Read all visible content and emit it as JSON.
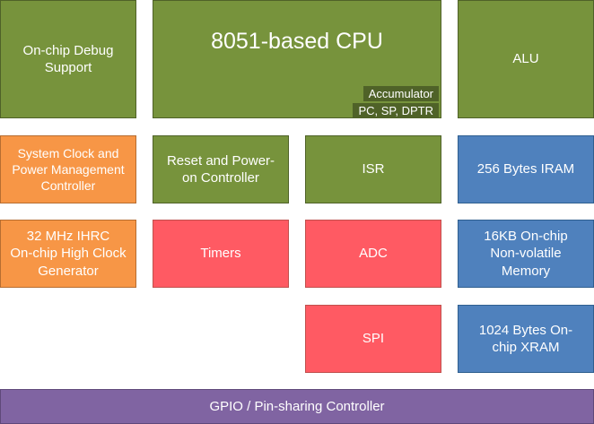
{
  "blocks": {
    "debug": "On-chip Debug\nSupport",
    "cpu": "8051-based CPU",
    "accumulator": "Accumulator",
    "registers": "PC, SP, DPTR",
    "alu": "ALU",
    "clock_mgmt": "System Clock and\nPower Management\nController",
    "reset": "Reset and Power-\non Controller",
    "isr": "ISR",
    "iram": "256 Bytes IRAM",
    "ihrc": "32 MHz IHRC\nOn-chip High Clock\nGenerator",
    "timers": "Timers",
    "adc": "ADC",
    "flash": "16KB On-chip\nNon-volatile\nMemory",
    "spi": "SPI",
    "xram": "1024 Bytes On-\nchip XRAM",
    "gpio": "GPIO / Pin-sharing Controller"
  },
  "colors": {
    "green": "#77933c",
    "dark_green": "#4f6228",
    "orange": "#f79646",
    "red": "#ff5a63",
    "blue": "#4f81bd",
    "purple": "#8064a2"
  }
}
